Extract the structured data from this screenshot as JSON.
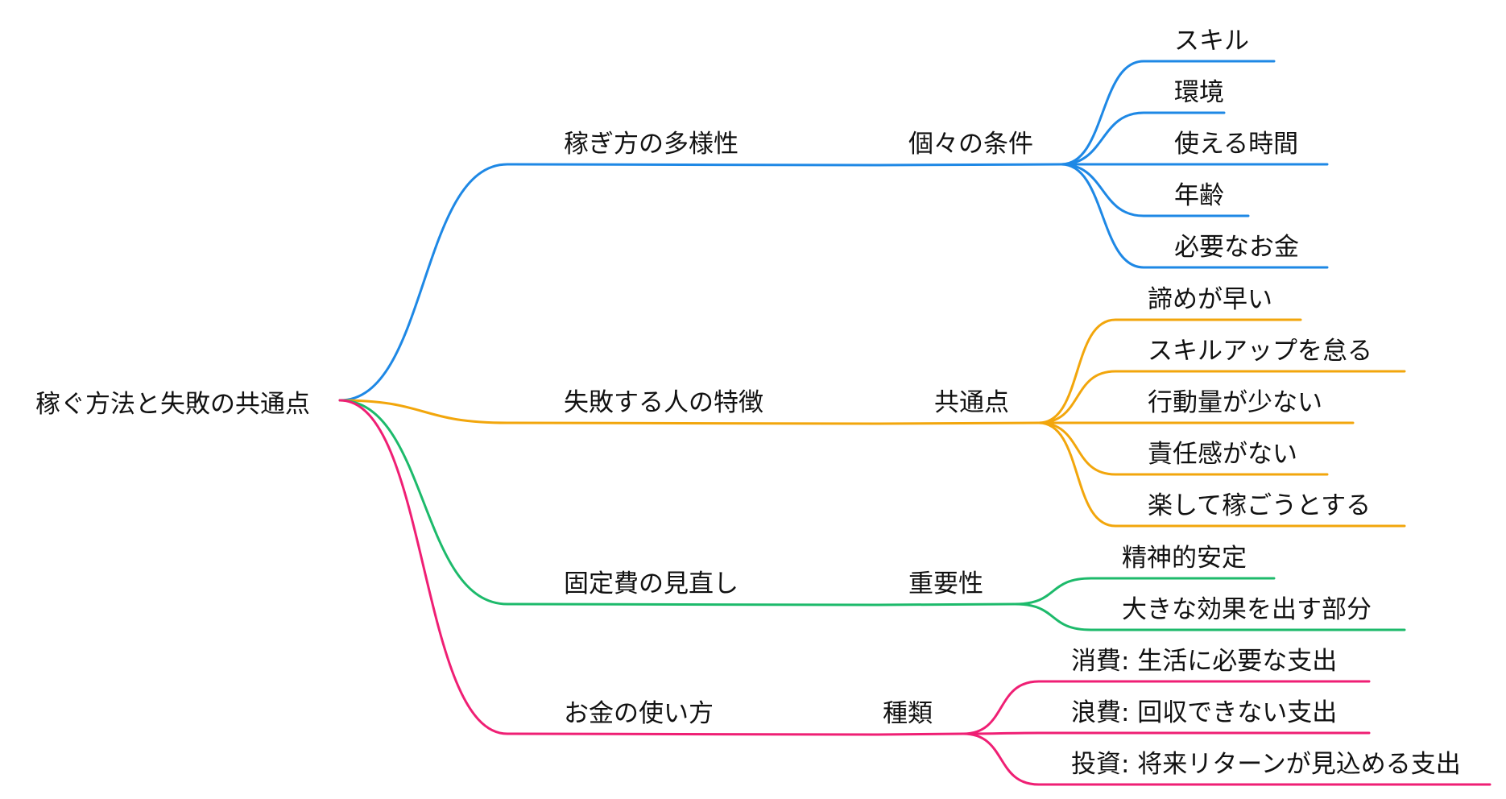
{
  "mindmap": {
    "root": "稼ぐ方法と失敗の共通点",
    "colors": {
      "blue": "#1e88e5",
      "orange": "#f2a60c",
      "green": "#1dba6b",
      "pink": "#ef1f74"
    },
    "branches": [
      {
        "label": "稼ぎ方の多様性",
        "color": "#1e88e5",
        "child": {
          "label": "個々の条件",
          "items": [
            "スキル",
            "環境",
            "使える時間",
            "年齢",
            "必要なお金"
          ]
        }
      },
      {
        "label": "失敗する人の特徴",
        "color": "#f2a60c",
        "child": {
          "label": "共通点",
          "items": [
            "諦めが早い",
            "スキルアップを怠る",
            "行動量が少ない",
            "責任感がない",
            "楽して稼ごうとする"
          ]
        }
      },
      {
        "label": "固定費の見直し",
        "color": "#1dba6b",
        "child": {
          "label": "重要性",
          "items": [
            "精神的安定",
            "大きな効果を出す部分"
          ]
        }
      },
      {
        "label": "お金の使い方",
        "color": "#ef1f74",
        "child": {
          "label": "種類",
          "items": [
            "消費: 生活に必要な支出",
            "浪費: 回収できない支出",
            "投資: 将来リターンが見込める支出"
          ]
        }
      }
    ]
  }
}
